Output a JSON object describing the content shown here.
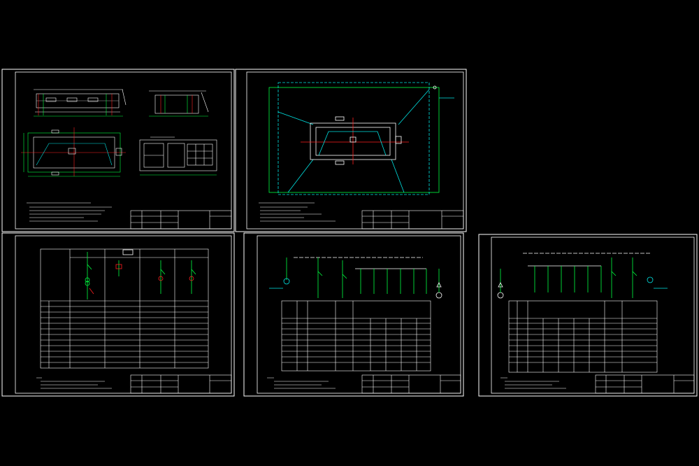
{
  "viewer": {
    "background": "#000000",
    "line_color": "#ffffff",
    "accent_colors": {
      "cyan": "#00e5e5",
      "green": "#00ff40",
      "red": "#ff2020",
      "yellow": "#ffff40"
    }
  },
  "sheets": [
    {
      "id": "sheet-1",
      "kind": "layout-plan-and-sections"
    },
    {
      "id": "sheet-2",
      "kind": "grounding-site-plan"
    },
    {
      "id": "sheet-3",
      "kind": "primary-system-diagram"
    },
    {
      "id": "sheet-4",
      "kind": "low-voltage-system-diagram-a"
    },
    {
      "id": "sheet-5",
      "kind": "low-voltage-system-diagram-b"
    }
  ]
}
